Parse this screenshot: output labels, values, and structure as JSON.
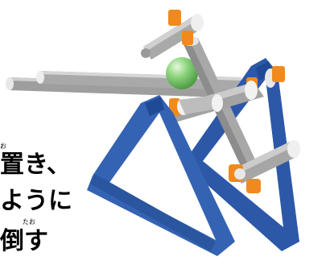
{
  "text": {
    "line1": "置き、",
    "line2": "ように",
    "line3": "倒す",
    "ruby1": "お",
    "ruby3": "たお"
  },
  "colors": {
    "frame_blue": "#3a67b8",
    "frame_dark": "#1f4a95",
    "bar_gray": "#a9a9a9",
    "bar_light": "#d9d9d9",
    "bar_end": "#f2f2f2",
    "joint_orange": "#f08a1c",
    "ball_green": "#7bc86c"
  }
}
